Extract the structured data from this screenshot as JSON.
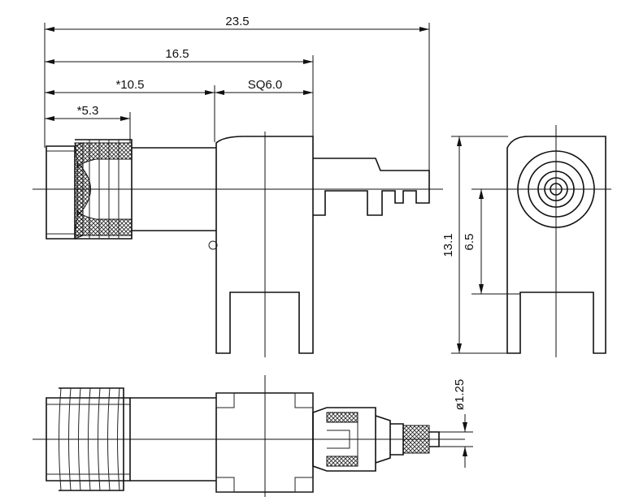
{
  "dimensions": {
    "overall_length": "23.5",
    "body_length": "16.5",
    "connector_length": "*10.5",
    "thread_length": "*5.3",
    "square_size": "SQ6.0",
    "total_height": "13.1",
    "center_height": "6.5",
    "pin_diameter": "ø1.25"
  }
}
